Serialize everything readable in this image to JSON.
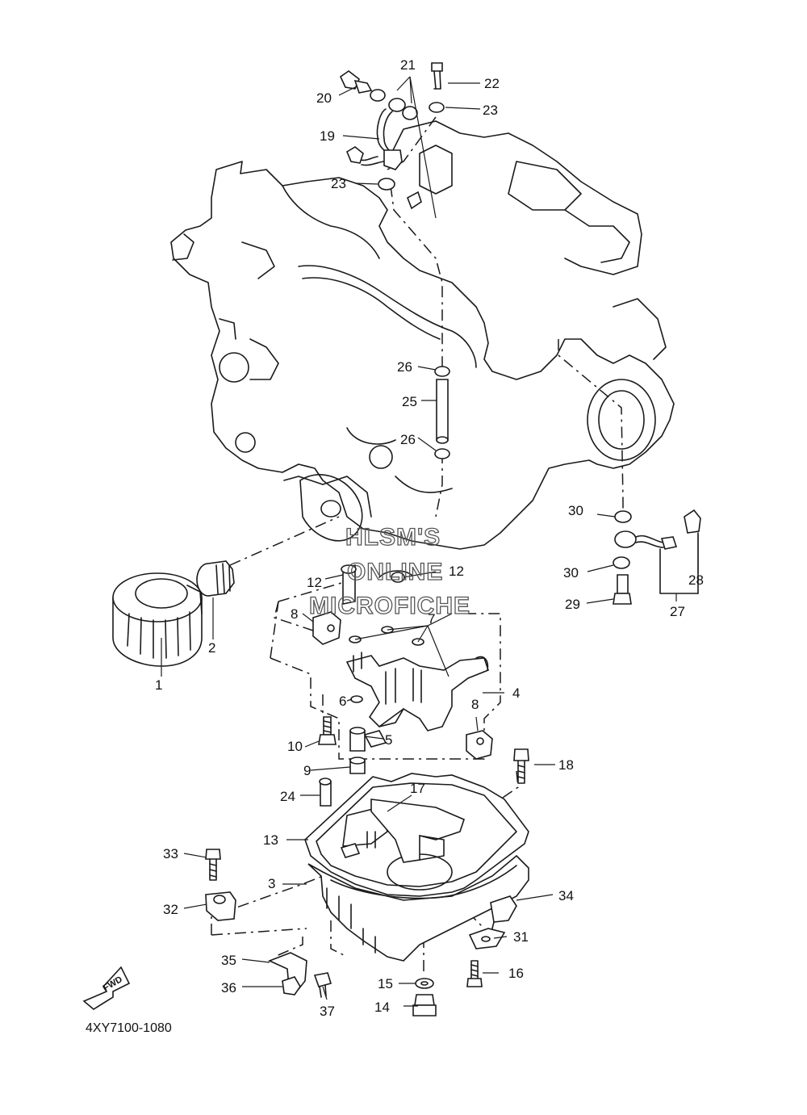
{
  "diagram_code": "4XY7100-1080",
  "watermark": [
    "HLSM'S",
    "ONLINE",
    "MICROFICHE"
  ],
  "fwd_label": "FWD",
  "callouts": {
    "c1": "1",
    "c2": "2",
    "c3": "3",
    "c4": "4",
    "c5": "5",
    "c6": "6",
    "c7": "7",
    "c8a": "8",
    "c8b": "8",
    "c9": "9",
    "c10": "10",
    "c12a": "12",
    "c12b": "12",
    "c13": "13",
    "c14": "14",
    "c15": "15",
    "c16": "16",
    "c17": "17",
    "c18": "18",
    "c19": "19",
    "c20": "20",
    "c21": "21",
    "c22": "22",
    "c23a": "23",
    "c23b": "23",
    "c24": "24",
    "c25": "25",
    "c26a": "26",
    "c26b": "26",
    "c27": "27",
    "c28": "28",
    "c29": "29",
    "c30a": "30",
    "c30b": "30",
    "c31": "31",
    "c32": "32",
    "c33": "33",
    "c34": "34",
    "c35": "35",
    "c36": "36",
    "c37": "37"
  }
}
